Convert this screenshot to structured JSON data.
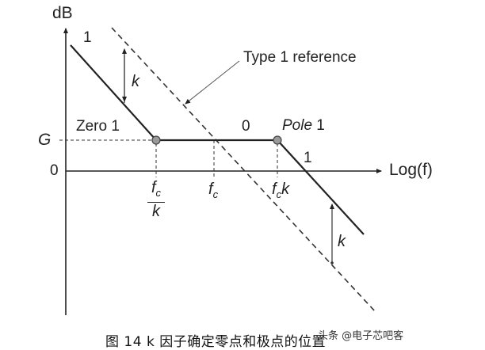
{
  "diagram": {
    "y_axis_label": "dB",
    "x_axis_label": "Log(f)",
    "origin_label": "0",
    "gain_label": "G",
    "slope_left": "1",
    "slope_mid": "0",
    "slope_right": "1",
    "zero_label": "Zero 1",
    "pole_label_italic": "Pole",
    "pole_label_num": " 1",
    "reference_label": "Type 1 reference",
    "k_upper": "k",
    "k_lower": "k",
    "ticks": {
      "zero_freq_num": "f",
      "zero_freq_sub": "c",
      "zero_freq_den": "k",
      "center_freq": "f",
      "center_freq_sub": "c",
      "pole_freq": "f",
      "pole_freq_sub": "c",
      "pole_freq_k": "k"
    },
    "colors": {
      "line": "#222222",
      "marker_fill": "#9a9a9a",
      "dashed": "#333333"
    }
  },
  "caption": {
    "text": "图  14   k  因子确定零点和极点的位置",
    "watermark": "头条 @电子芯吧客"
  }
}
